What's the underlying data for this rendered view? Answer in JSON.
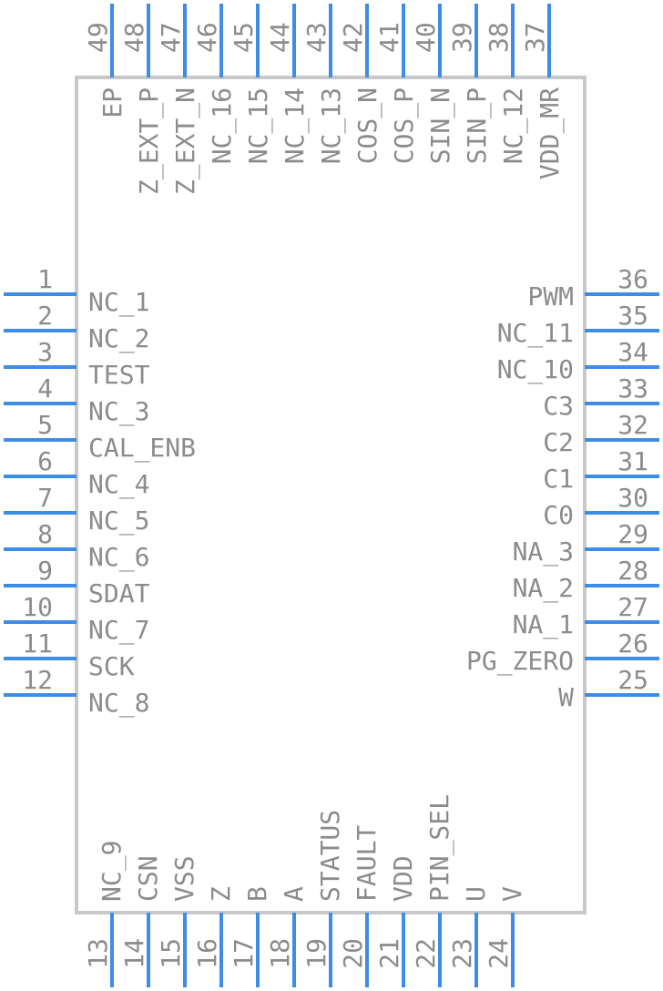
{
  "left_pins": [
    {
      "num": "1",
      "label": "NC_1"
    },
    {
      "num": "2",
      "label": "NC_2"
    },
    {
      "num": "3",
      "label": "TEST"
    },
    {
      "num": "4",
      "label": "NC_3"
    },
    {
      "num": "5",
      "label": "CAL_ENB"
    },
    {
      "num": "6",
      "label": "NC_4"
    },
    {
      "num": "7",
      "label": "NC_5"
    },
    {
      "num": "8",
      "label": "NC_6"
    },
    {
      "num": "9",
      "label": "SDAT"
    },
    {
      "num": "10",
      "label": "NC_7"
    },
    {
      "num": "11",
      "label": "SCK"
    },
    {
      "num": "12",
      "label": "NC_8"
    }
  ],
  "right_pins": [
    {
      "num": "36",
      "label": "PWM"
    },
    {
      "num": "35",
      "label": "NC_11"
    },
    {
      "num": "34",
      "label": "NC_10"
    },
    {
      "num": "33",
      "label": "C3"
    },
    {
      "num": "32",
      "label": "C2"
    },
    {
      "num": "31",
      "label": "C1"
    },
    {
      "num": "30",
      "label": "C0"
    },
    {
      "num": "29",
      "label": "NA_3"
    },
    {
      "num": "28",
      "label": "NA_2"
    },
    {
      "num": "27",
      "label": "NA_1"
    },
    {
      "num": "26",
      "label": "PG_ZERO"
    },
    {
      "num": "25",
      "label": "W"
    }
  ],
  "bottom_pins": [
    {
      "num": "13",
      "label": "NC_9"
    },
    {
      "num": "14",
      "label": "CSN"
    },
    {
      "num": "15",
      "label": "VSS"
    },
    {
      "num": "16",
      "label": "Z"
    },
    {
      "num": "17",
      "label": "B"
    },
    {
      "num": "18",
      "label": "A"
    },
    {
      "num": "19",
      "label": "STATUS"
    },
    {
      "num": "20",
      "label": "FAULT"
    },
    {
      "num": "21",
      "label": "VDD"
    },
    {
      "num": "22",
      "label": "PIN_SEL"
    },
    {
      "num": "23",
      "label": "U"
    },
    {
      "num": "24",
      "label": "V"
    }
  ],
  "top_pins": [
    {
      "num": "49",
      "label": "EP"
    },
    {
      "num": "48",
      "label": "Z_EXT_P"
    },
    {
      "num": "47",
      "label": "Z_EXT_N"
    },
    {
      "num": "46",
      "label": "NC_16"
    },
    {
      "num": "45",
      "label": "NC_15"
    },
    {
      "num": "44",
      "label": "NC_14"
    },
    {
      "num": "43",
      "label": "NC_13"
    },
    {
      "num": "42",
      "label": "COS_N"
    },
    {
      "num": "41",
      "label": "COS_P"
    },
    {
      "num": "40",
      "label": "SIN_N"
    },
    {
      "num": "39",
      "label": "SIN_P"
    },
    {
      "num": "38",
      "label": "NC_12"
    },
    {
      "num": "37",
      "label": "VDD_MR"
    }
  ],
  "colors": {
    "pin": "#3d8ce8",
    "body": "#c8c8c8",
    "text": "#8c8c8c"
  }
}
